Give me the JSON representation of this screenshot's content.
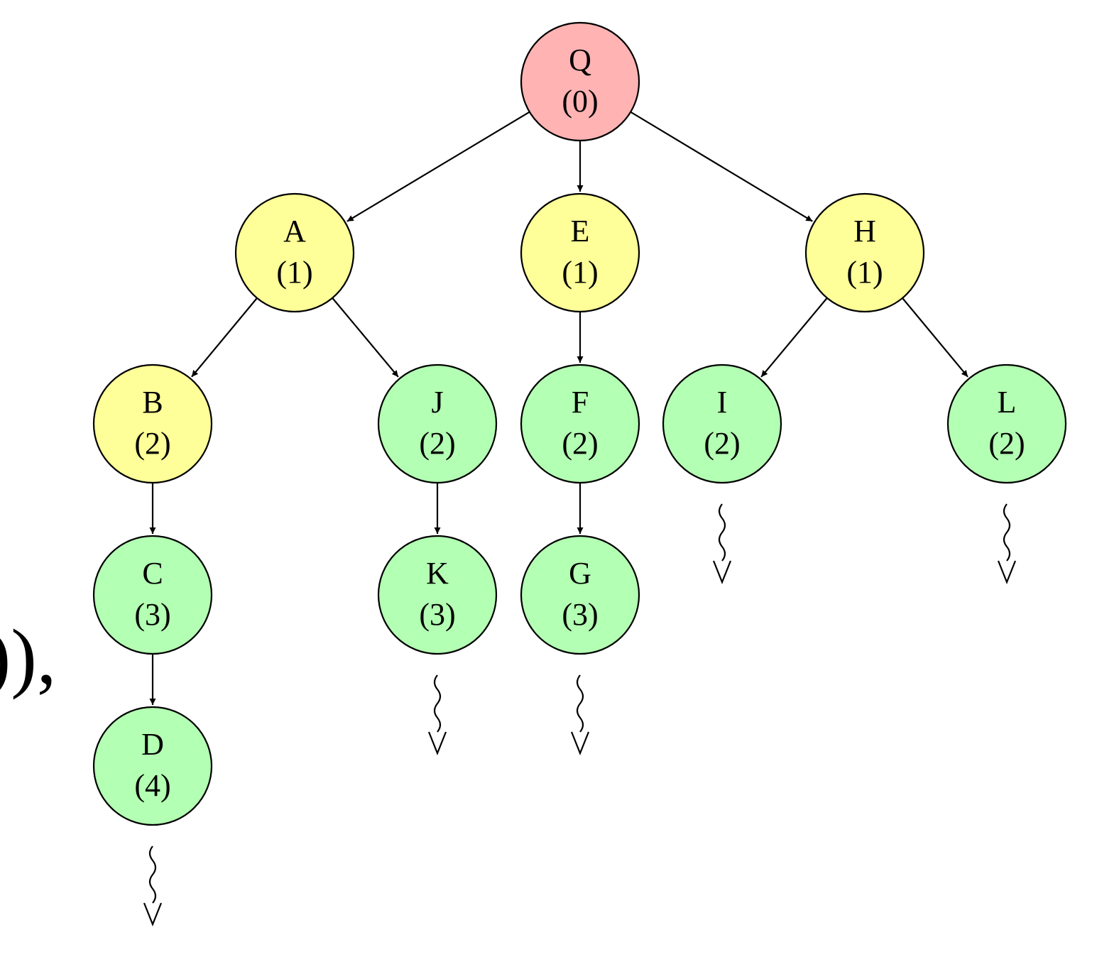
{
  "fragment_text": "·)),",
  "colors": {
    "root": "#FFB3B3",
    "frontier": "#FFFF99",
    "explored": "#B3FFB3",
    "stroke": "#000000"
  },
  "nodes": [
    {
      "id": "Q",
      "letter": "Q",
      "depth": "(0)",
      "color": "root"
    },
    {
      "id": "A",
      "letter": "A",
      "depth": "(1)",
      "color": "frontier"
    },
    {
      "id": "E",
      "letter": "E",
      "depth": "(1)",
      "color": "frontier"
    },
    {
      "id": "H",
      "letter": "H",
      "depth": "(1)",
      "color": "frontier"
    },
    {
      "id": "B",
      "letter": "B",
      "depth": "(2)",
      "color": "frontier"
    },
    {
      "id": "J",
      "letter": "J",
      "depth": "(2)",
      "color": "explored"
    },
    {
      "id": "F",
      "letter": "F",
      "depth": "(2)",
      "color": "explored"
    },
    {
      "id": "I",
      "letter": "I",
      "depth": "(2)",
      "color": "explored"
    },
    {
      "id": "L",
      "letter": "L",
      "depth": "(2)",
      "color": "explored"
    },
    {
      "id": "C",
      "letter": "C",
      "depth": "(3)",
      "color": "explored"
    },
    {
      "id": "K",
      "letter": "K",
      "depth": "(3)",
      "color": "explored"
    },
    {
      "id": "G",
      "letter": "G",
      "depth": "(3)",
      "color": "explored"
    },
    {
      "id": "D",
      "letter": "D",
      "depth": "(4)",
      "color": "explored"
    }
  ],
  "edges": [
    {
      "from": "Q",
      "to": "A"
    },
    {
      "from": "Q",
      "to": "E"
    },
    {
      "from": "Q",
      "to": "H"
    },
    {
      "from": "A",
      "to": "B"
    },
    {
      "from": "A",
      "to": "J"
    },
    {
      "from": "E",
      "to": "F"
    },
    {
      "from": "H",
      "to": "I"
    },
    {
      "from": "H",
      "to": "L"
    },
    {
      "from": "B",
      "to": "C"
    },
    {
      "from": "J",
      "to": "K"
    },
    {
      "from": "F",
      "to": "G"
    },
    {
      "from": "C",
      "to": "D"
    }
  ],
  "continuations": [
    "D",
    "K",
    "G",
    "I",
    "L"
  ]
}
